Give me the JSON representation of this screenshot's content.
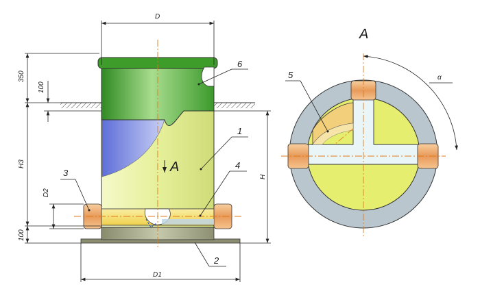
{
  "dimensions": {
    "D": "D",
    "D1": "D1",
    "D2": "D2",
    "H": "H",
    "H3": "H3",
    "top_350": "350",
    "top_100": "100",
    "bottom_100": "100",
    "alpha": "α"
  },
  "callouts": [
    "1",
    "2",
    "3",
    "4",
    "5",
    "6"
  ],
  "view_label": "A",
  "section_label": "A",
  "colors": {
    "lid": "#3a9a2a",
    "body": "#e8f2a0",
    "inner_blue": "#7f8fe0",
    "pipe": "#f0b070",
    "pipe_yellow": "#f5de66",
    "base": "#a8ab8a",
    "ring": "#b7c4cc",
    "inner_yellow": "#e9ef70",
    "axis": "#e07a1c"
  }
}
